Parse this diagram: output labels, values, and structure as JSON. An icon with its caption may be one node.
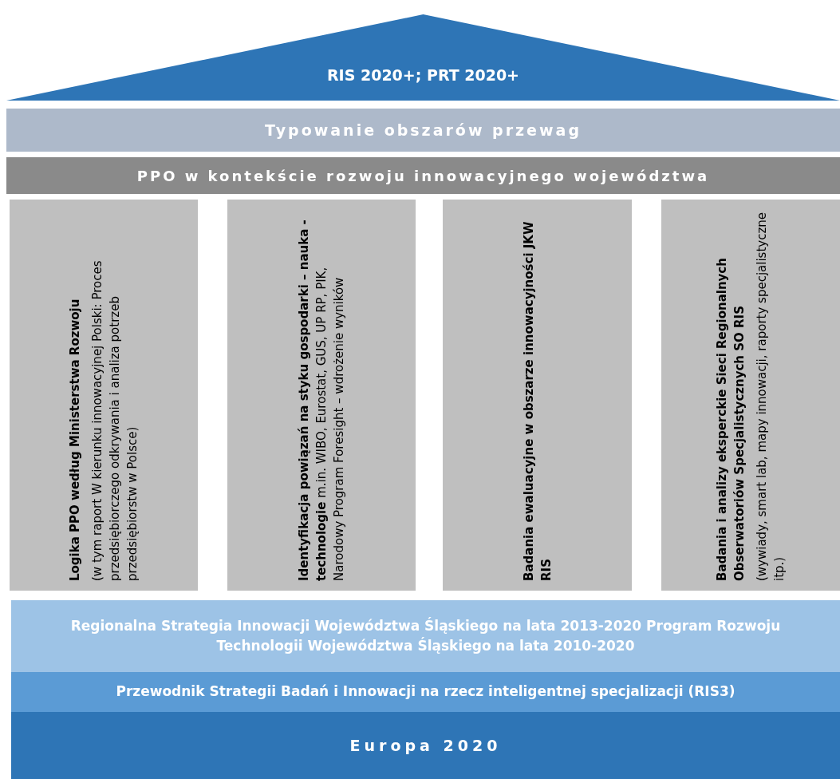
{
  "diagram": {
    "nodes": [
      {
        "text": [
          "RIS 2020+; PRT 2020+"
        ]
      },
      {
        "text": [
          "Typowanie obszarów przewag"
        ]
      },
      {
        "text": [
          "PPO w kontekście rozwoju innowacyjnego województwa"
        ]
      },
      {
        "text": [
          "Logika PPO według Ministerstwa Rozwoju",
          "(w tym raport W kierunku innowacyjnej Polski: Proces przedsiębiorczego odkrywania i analiza potrzeb przedsiębiorstw w Polsce)"
        ]
      },
      {
        "text": [
          "**Identyfikacja powiązań na styku gospodarki – nauka - technologie** m.in. WIBO, Eurostat, GUS, UP RP, PIK, Narodowy Program Foresight – wdrożenie wyników"
        ]
      },
      {
        "text": [
          "Badania ewaluacyjne w obszarze innowacyjności JKW RIS"
        ]
      },
      {
        "text": [
          "Badania i analizy eksperckie Sieci Regionalnych Obserwatoriów Specjalistycznych SO RIS",
          "(wywiady, smart lab, mapy innowacji, raporty specjalistyczne itp.)"
        ]
      },
      {
        "text": [
          "Regionalna Strategia Innowacji Województwa Śląskiego na lata 2013-2020 Program Rozwoju Technologii Województwa Śląskiego na lata 2010-2020"
        ]
      },
      {
        "text": [
          "Przewodnik Strategii Badań i Innowacji na rzecz inteligentnej specjalizacji (RIS3)"
        ]
      },
      {
        "text": [
          "Europa 2020"
        ]
      }
    ]
  }
}
